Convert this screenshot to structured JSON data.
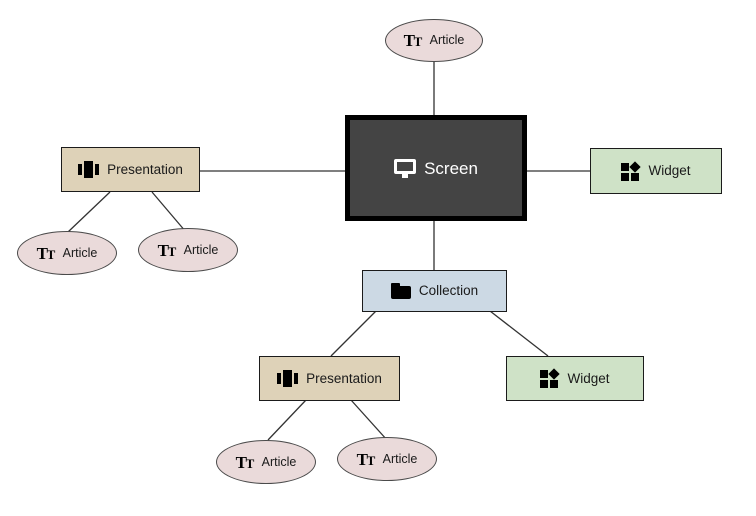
{
  "diagram": {
    "type": "node-graph",
    "background": "#ffffff",
    "focus_node": "screen-center",
    "palette": {
      "article_fill": "#eadada",
      "article_stroke": "#4a4a4a",
      "presentation_fill": "#ded2b8",
      "widget_fill": "#cfe2c7",
      "collection_fill": "#ccd9e4",
      "screen_fill": "#444444",
      "screen_border": "#000000",
      "screen_text": "#ffffff",
      "node_stroke": "#1b1b1b",
      "edge_stroke": "#333333",
      "label_color": "#1a1a1a"
    },
    "nodes": [
      {
        "id": "article-top",
        "label": "Article",
        "icon": "text-type-icon",
        "shape": "ellipse"
      },
      {
        "id": "presentation-left",
        "label": "Presentation",
        "icon": "presentation-icon",
        "shape": "rect"
      },
      {
        "id": "screen-center",
        "label": "Screen",
        "icon": "monitor-icon",
        "shape": "rect"
      },
      {
        "id": "widget-right",
        "label": "Widget",
        "icon": "widget-icon",
        "shape": "rect"
      },
      {
        "id": "article-left-1",
        "label": "Article",
        "icon": "text-type-icon",
        "shape": "ellipse"
      },
      {
        "id": "article-left-2",
        "label": "Article",
        "icon": "text-type-icon",
        "shape": "ellipse"
      },
      {
        "id": "collection-center",
        "label": "Collection",
        "icon": "folder-icon",
        "shape": "rect"
      },
      {
        "id": "presentation-bottom",
        "label": "Presentation",
        "icon": "presentation-icon",
        "shape": "rect"
      },
      {
        "id": "widget-bottom",
        "label": "Widget",
        "icon": "widget-icon",
        "shape": "rect"
      },
      {
        "id": "article-bottom-1",
        "label": "Article",
        "icon": "text-type-icon",
        "shape": "ellipse"
      },
      {
        "id": "article-bottom-2",
        "label": "Article",
        "icon": "text-type-icon",
        "shape": "ellipse"
      }
    ],
    "edges": [
      {
        "from": "article-top",
        "to": "screen-center"
      },
      {
        "from": "presentation-left",
        "to": "screen-center"
      },
      {
        "from": "screen-center",
        "to": "widget-right"
      },
      {
        "from": "screen-center",
        "to": "collection-center"
      },
      {
        "from": "presentation-left",
        "to": "article-left-1"
      },
      {
        "from": "presentation-left",
        "to": "article-left-2"
      },
      {
        "from": "collection-center",
        "to": "presentation-bottom"
      },
      {
        "from": "collection-center",
        "to": "widget-bottom"
      },
      {
        "from": "presentation-bottom",
        "to": "article-bottom-1"
      },
      {
        "from": "presentation-bottom",
        "to": "article-bottom-2"
      }
    ]
  }
}
